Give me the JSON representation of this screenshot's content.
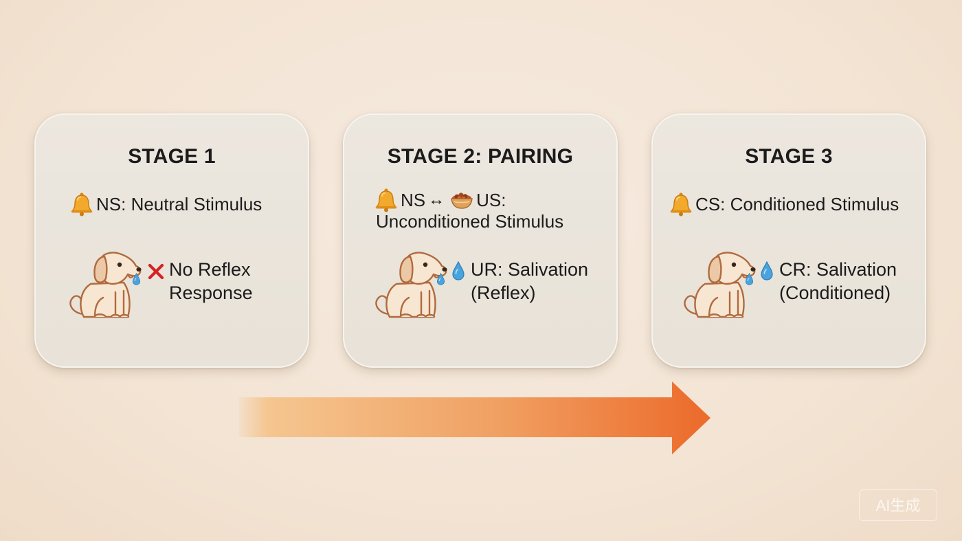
{
  "stages": [
    {
      "title": "STAGE 1",
      "stimulus": "NS: Neutral Stimulus",
      "response_line1": "No Reflex",
      "response_line2": "Response"
    },
    {
      "title": "STAGE 2: PAIRING",
      "stimulus_ns": "NS",
      "stimulus_arrow": "↔",
      "stimulus_us": "US:",
      "stimulus_line2": "Unconditioned Stimulus",
      "response_line1": "UR: Salivation",
      "response_line2": "(Reflex)"
    },
    {
      "title": "STAGE 3",
      "stimulus": "CS: Conditioned Stimulus",
      "response_line1": "CR: Salivation",
      "response_line2": "(Conditioned)"
    }
  ],
  "watermark": "AI生成",
  "colors": {
    "background": "#f3e4d4",
    "card": "#ebe6de",
    "arrow_start": "#f4c48e",
    "arrow_end": "#ec6a2a",
    "dog_outline": "#b06a3e",
    "dog_fill": "#f7e7d4",
    "bell": "#f0a52a",
    "drop": "#3d9ad6",
    "cross": "#d42222"
  },
  "icons": [
    "bell-icon",
    "food-bowl-icon",
    "dog-icon",
    "drool-drop-icon",
    "cross-icon",
    "water-drop-icon",
    "progress-arrow"
  ]
}
